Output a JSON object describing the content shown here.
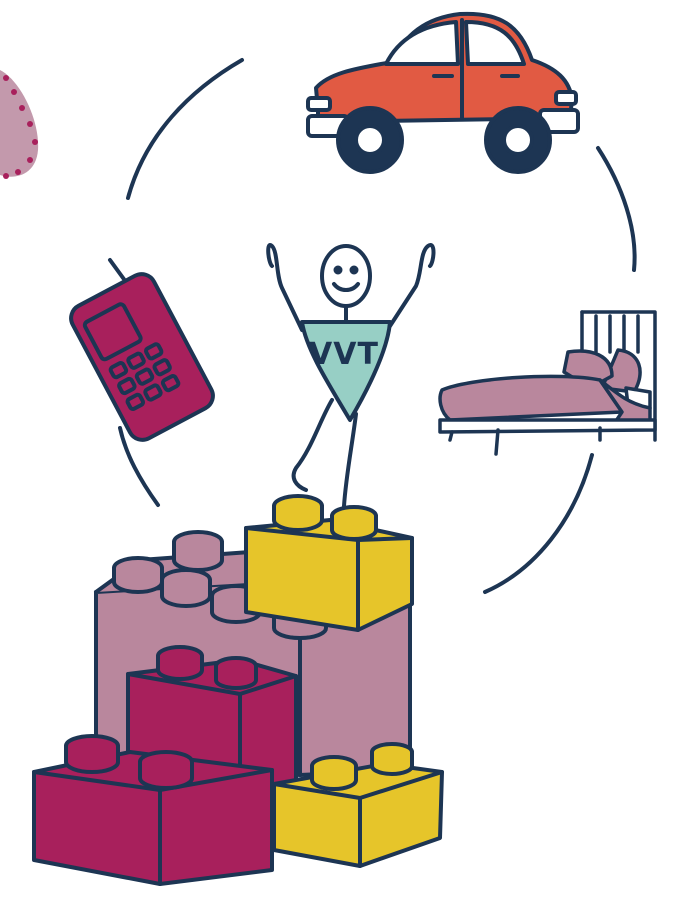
{
  "illustration": {
    "shirt_text": "VVT",
    "colors": {
      "outline": "#1d3553",
      "car_body": "#e15a43",
      "phone": "#a8205c",
      "bed": "#b9879d",
      "shirt": "#97cfc5",
      "brick_yellow": "#e6c52a",
      "brick_magenta": "#a8205c",
      "brick_mauve": "#b9879d",
      "background": "#ffffff"
    },
    "items": [
      "car-icon",
      "bed-icon",
      "mobile-phone-icon",
      "stick-figure",
      "toy-bricks"
    ]
  }
}
